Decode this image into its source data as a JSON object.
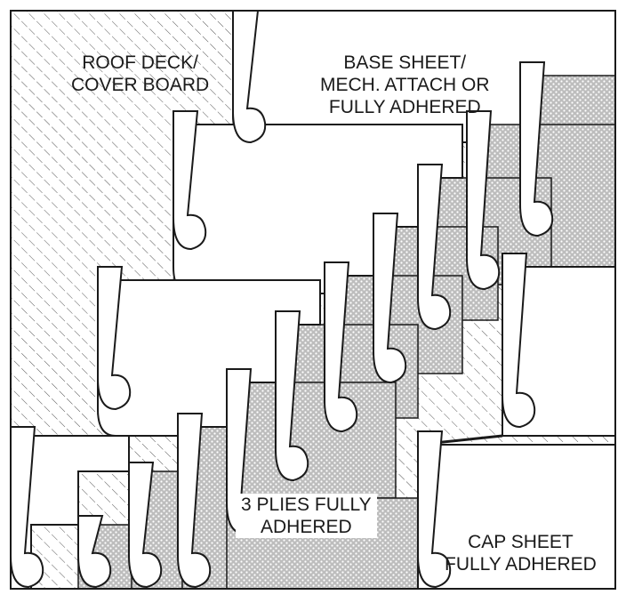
{
  "labels": {
    "roof_deck": [
      "ROOF DECK/",
      "COVER BOARD"
    ],
    "base_sheet": [
      "BASE SHEET/",
      "MECH. ATTACH OR",
      "FULLY ADHERED"
    ],
    "plies": [
      "3 PLIES FULLY",
      "ADHERED"
    ],
    "cap_sheet": [
      "CAP SHEET",
      "FULLY ADHERED"
    ]
  },
  "colors": {
    "line": "#1a1a1a",
    "deck_hatch": "#444444",
    "ply_fill": "#bdbdbd",
    "ply_dot": "#ffffff",
    "sheet_fill": "#ffffff"
  }
}
